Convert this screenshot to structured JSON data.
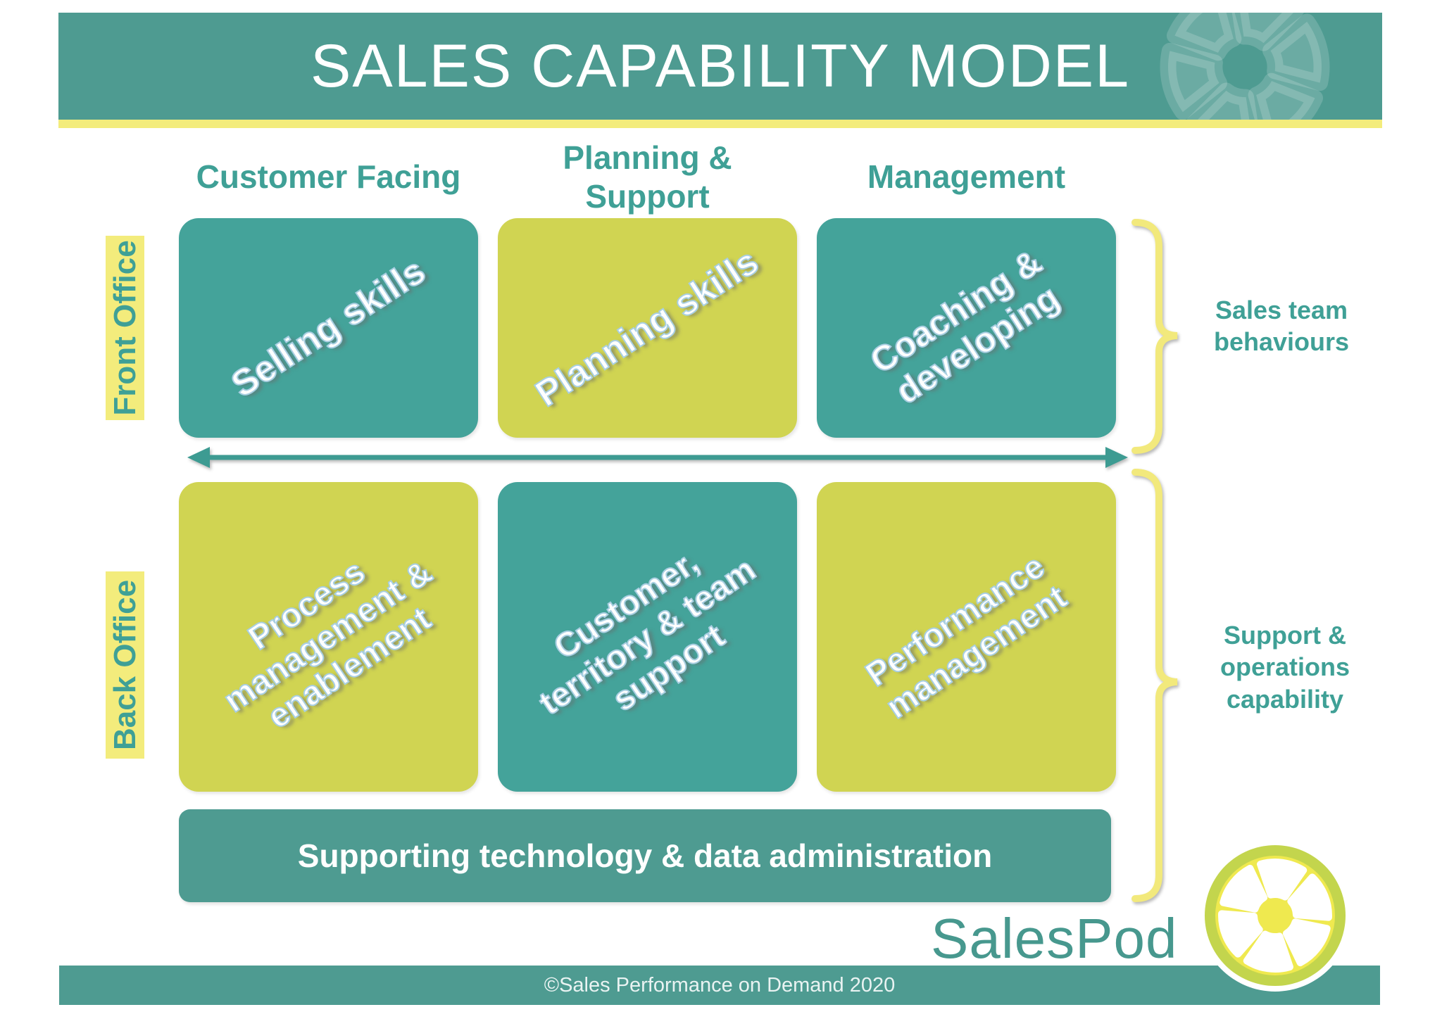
{
  "header": {
    "title": "SALES CAPABILITY MODEL"
  },
  "columns": [
    {
      "label": "Customer Facing"
    },
    {
      "label": "Planning &\nSupport"
    },
    {
      "label": "Management"
    }
  ],
  "rows": [
    {
      "label": "Front Office"
    },
    {
      "label": "Back Office"
    }
  ],
  "cells": [
    {
      "text": "Selling skills",
      "tone": "teal",
      "row": "Front Office",
      "column": "Customer Facing"
    },
    {
      "text": "Planning skills",
      "tone": "lime",
      "row": "Front Office",
      "column": "Planning & Support"
    },
    {
      "text": "Coaching &\ndeveloping",
      "tone": "teal",
      "row": "Front Office",
      "column": "Management"
    },
    {
      "text": "Process\nmanagement &\nenablement",
      "tone": "lime",
      "row": "Back Office",
      "column": "Customer Facing"
    },
    {
      "text": "Customer,\nterritory & team\nsupport",
      "tone": "teal",
      "row": "Back Office",
      "column": "Planning & Support"
    },
    {
      "text": "Performance\nmanagement",
      "tone": "lime",
      "row": "Back Office",
      "column": "Management"
    }
  ],
  "annotations": [
    {
      "label": "Sales team\nbehaviours"
    },
    {
      "label": "Support &\noperations\ncapability"
    }
  ],
  "foundation": {
    "text": "Supporting technology & data administration"
  },
  "footer": {
    "brand": "SalesPod",
    "copyright": "©Sales Performance on Demand 2020"
  },
  "icons": {
    "header_decoration": "citrus-slice-pattern",
    "logo": "citrus-slice-logo",
    "arrow": "double-headed-horizontal-arrow",
    "braces": "right-curly-braces"
  },
  "colors": {
    "teal_bar": "#4E9B91",
    "teal_box": "#44A39A",
    "lime_box": "#D0D452",
    "pale_yellow_accent": "#F3EC7C",
    "teal_text": "#3FA096",
    "arrow_teal": "#3D9B92",
    "cell_text_stroke": "#A9CFE2",
    "lime_ring": "#C3D54D",
    "lemon_yellow": "#EFE94F",
    "brand_text": "#47988E"
  }
}
